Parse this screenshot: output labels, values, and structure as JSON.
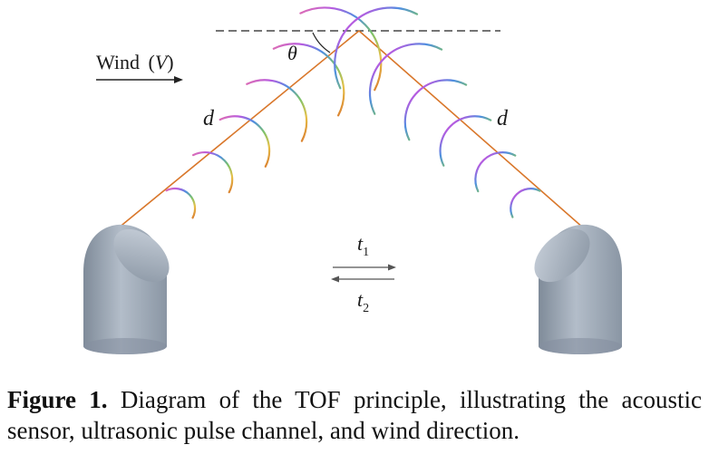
{
  "diagram": {
    "wind_label": "Wind (V)",
    "wind_label_text": "Wind",
    "wind_label_var": "V",
    "angle_label": "θ",
    "left_path_label": "d",
    "right_path_label": "d",
    "t1_label": "t",
    "t1_sub": "1",
    "t2_label": "t",
    "t2_sub": "2",
    "colors": {
      "path_line": "#d9772b",
      "sensor_body": "#9aa6b4",
      "sensor_shadow": "#7d8896",
      "sensor_face": "#b7c1cd",
      "wave_gradient": [
        "#d9772b",
        "#e6c14a",
        "#7cc26a",
        "#4f8fe0",
        "#b65be0",
        "#e06fb0"
      ]
    },
    "icons": [
      "left-sensor-icon",
      "right-sensor-icon",
      "wind-arrow-icon"
    ]
  },
  "caption": {
    "label": "Figure 1.",
    "text": " Diagram of the TOF principle, illustrating the acoustic sensor, ultrasonic pulse channel, and wind direction."
  }
}
